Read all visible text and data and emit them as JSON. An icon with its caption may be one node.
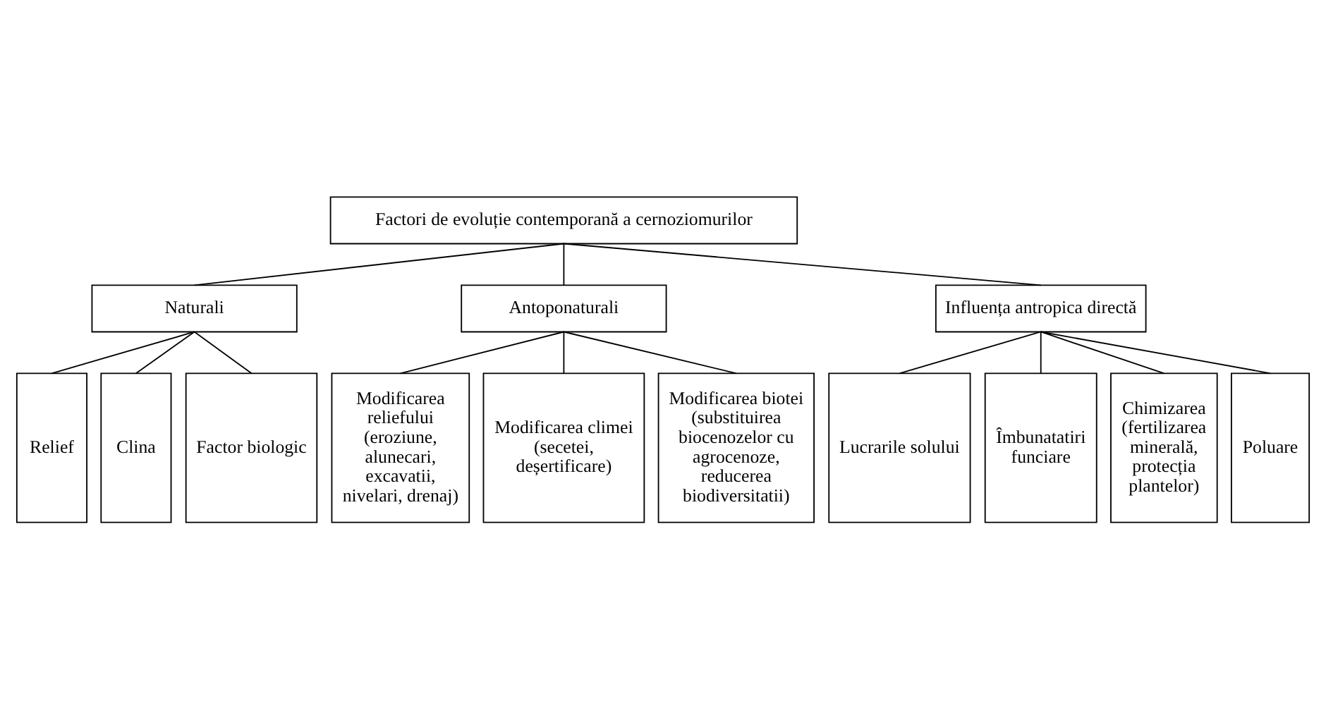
{
  "diagram": {
    "nodes": [
      {
        "text": [
          "Factori de evoluție contemporană a cernoziomurilor"
        ]
      },
      {
        "text": [
          "Naturali"
        ]
      },
      {
        "text": [
          "Antoponaturali"
        ]
      },
      {
        "text": [
          "Influența antropica directă"
        ]
      },
      {
        "text": [
          "Relief"
        ]
      },
      {
        "text": [
          "Clina"
        ]
      },
      {
        "text": [
          "Factor biologic"
        ]
      },
      {
        "text": [
          "Modificarea reliefului (eroziune, alunecari, excavatii, nivelari, drenaj)"
        ]
      },
      {
        "text": [
          "Modificarea climei (secetei, deșertificare)"
        ]
      },
      {
        "text": [
          "Modificarea biotei (substituirea biocenozelor cu agrocenoze, reducerea biodiversitatii)"
        ]
      },
      {
        "text": [
          "Lucrarile solului"
        ]
      },
      {
        "text": [
          "Îmbunatatiri funciare"
        ]
      },
      {
        "text": [
          "Chimizarea (fertilizarea minerală, protecția plantelor)"
        ]
      },
      {
        "text": [
          "Poluare"
        ]
      }
    ],
    "edges": [
      {
        "from": 0,
        "to": 1,
        "arrow": "none"
      },
      {
        "from": 0,
        "to": 2,
        "arrow": "none"
      },
      {
        "from": 0,
        "to": 3,
        "arrow": "none"
      },
      {
        "from": 1,
        "to": 4,
        "arrow": "none"
      },
      {
        "from": 1,
        "to": 5,
        "arrow": "none"
      },
      {
        "from": 1,
        "to": 6,
        "arrow": "none"
      },
      {
        "from": 2,
        "to": 7,
        "arrow": "none"
      },
      {
        "from": 2,
        "to": 8,
        "arrow": "none"
      },
      {
        "from": 2,
        "to": 9,
        "arrow": "none"
      },
      {
        "from": 3,
        "to": 10,
        "arrow": "none"
      },
      {
        "from": 3,
        "to": 11,
        "arrow": "none"
      },
      {
        "from": 3,
        "to": 12,
        "arrow": "none"
      },
      {
        "from": 3,
        "to": 13,
        "arrow": "none"
      }
    ]
  }
}
